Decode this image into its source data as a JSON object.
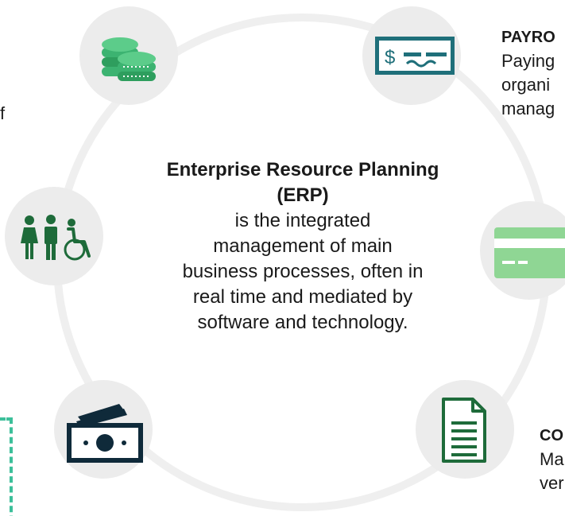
{
  "center": {
    "title": "Enterprise Resource Planning (ERP)",
    "body_lines": [
      "is the integrated",
      "management of main",
      "business processes, often in",
      "real time and mediated by",
      "software and technology."
    ]
  },
  "left_fragment": {
    "text": "f"
  },
  "payroll": {
    "heading": "PAYRO",
    "lines": [
      "Paying",
      "organi",
      "manag"
    ]
  },
  "contract": {
    "heading": "CO",
    "lines": [
      "Ma",
      "ver"
    ]
  },
  "icons": [
    "coins-icon",
    "check-icon",
    "credit-card-icon",
    "document-icon",
    "cash-icon",
    "people-icon"
  ],
  "colors": {
    "ring": "#efefef",
    "node_bg": "#ececec",
    "green_light": "#3cb371",
    "green_mid": "#2e8b57",
    "green_dark": "#1e6b3a",
    "card_green": "#8fd694",
    "dashed": "#3cbf9a"
  }
}
